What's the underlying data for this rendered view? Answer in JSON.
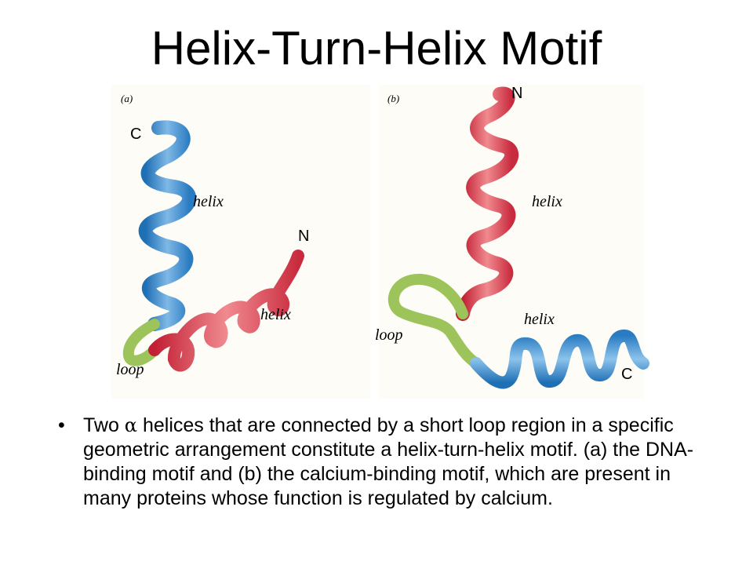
{
  "title": "Helix-Turn-Helix Motif",
  "panel_a": {
    "label": "(a)",
    "c_label": "C",
    "n_label": "N",
    "helix_top": "helix",
    "helix_bottom": "helix",
    "loop": "loop"
  },
  "panel_b": {
    "label": "(b)",
    "n_label": "N",
    "c_label": "C",
    "helix_top": "helix",
    "helix_bottom": "helix",
    "loop": "loop"
  },
  "colors": {
    "helix_blue": "#3a86c8",
    "helix_red": "#d23040",
    "loop_green": "#9cc45a"
  },
  "caption": {
    "bullet": "•",
    "prefix": "Two ",
    "alpha": "α",
    "text": " helices that are connected by a short loop region in a specific geometric arrangement constitute a helix-turn-helix motif. (a) the DNA-binding motif and (b) the calcium-binding motif, which are present in many proteins whose function is regulated by calcium."
  }
}
